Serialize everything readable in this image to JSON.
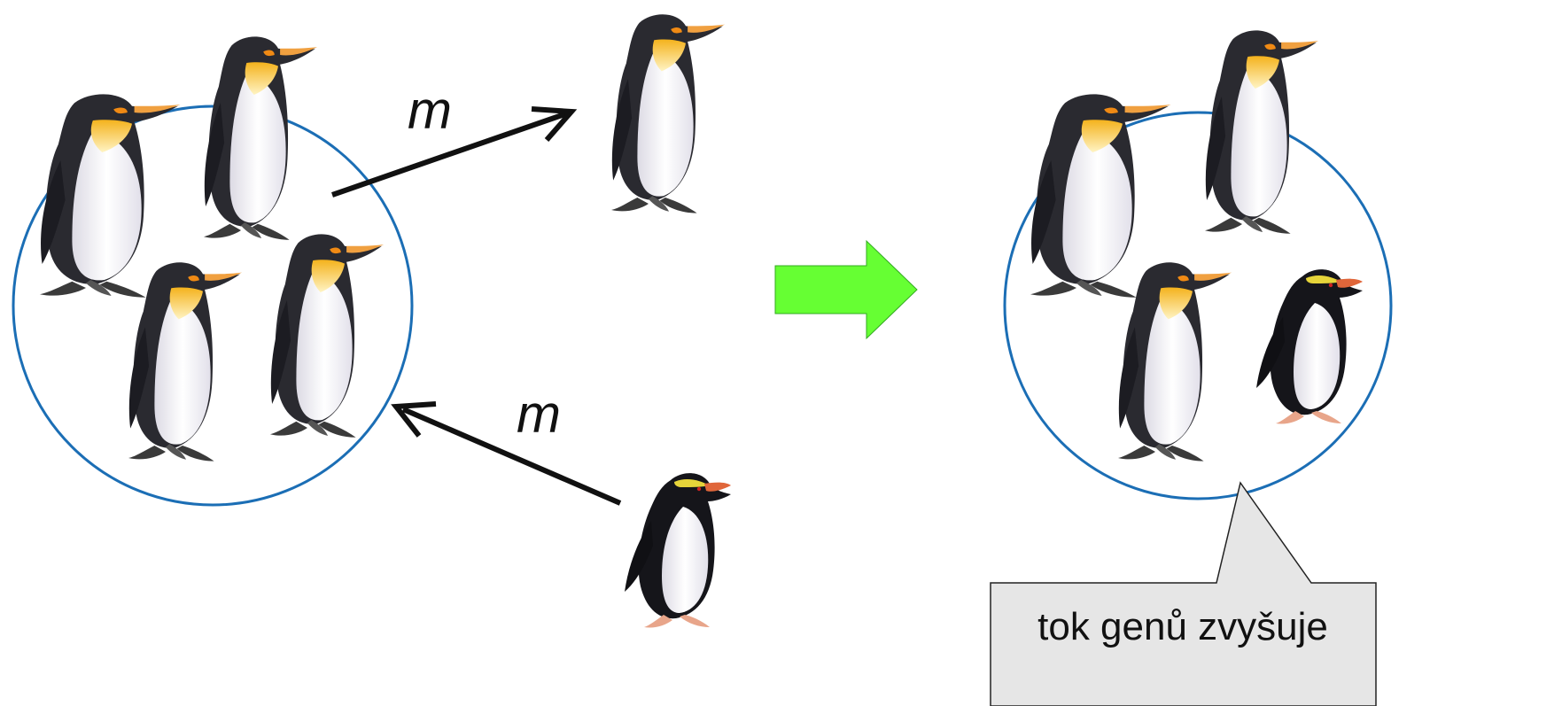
{
  "labels": {
    "migration_out": "m",
    "migration_in": "m"
  },
  "callout": {
    "text": "tok genů zvyšuje"
  },
  "colors": {
    "circle": "#1b6eb5",
    "arrow": "#111111",
    "block_arrow": "#66ff33",
    "callout_fill": "#e6e6e6"
  },
  "icons": {
    "emperor": "emperor-penguin-icon",
    "rockhopper": "rockhopper-penguin-icon"
  }
}
